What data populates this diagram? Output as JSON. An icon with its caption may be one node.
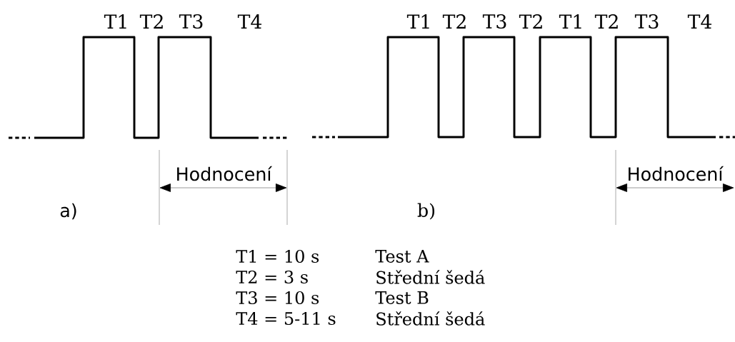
{
  "diagram": {
    "labels": [
      "T1",
      "T2",
      "T3",
      "T4",
      "T1",
      "T2",
      "T3",
      "T2",
      "T1",
      "T2",
      "T3",
      "T4",
      "Hodnocení",
      "Hodnocení",
      "a)",
      "b)",
      "T1 = 10 s",
      "Test A",
      "T2 = 3 s",
      "Střední šedá",
      "T3 = 10 s",
      "Test B",
      "T4 = 5-11 s",
      "Střední šedá"
    ]
  }
}
